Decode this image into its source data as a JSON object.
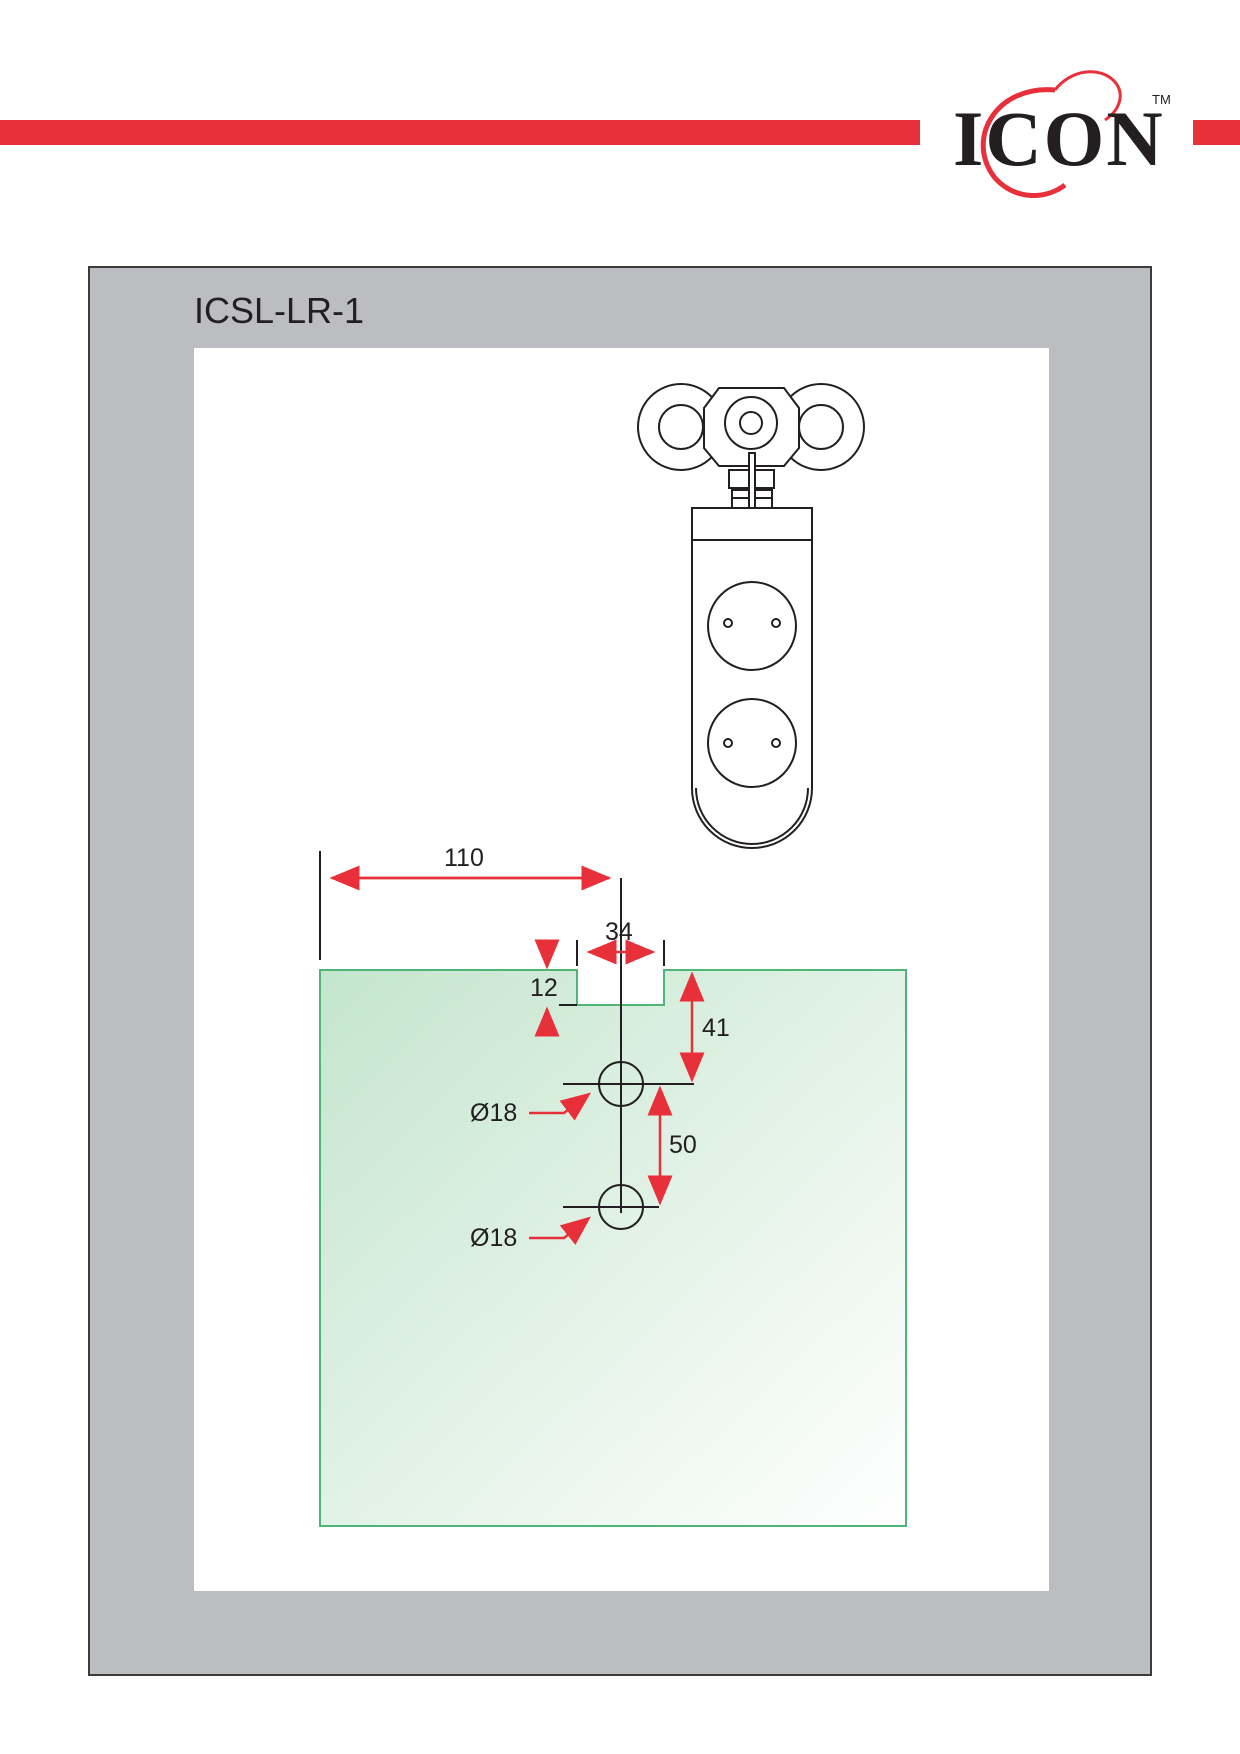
{
  "brand": {
    "logo_text": "ICON",
    "trademark": "TM",
    "accent_color": "#e8303a"
  },
  "drawing": {
    "part_number": "ICSL-LR-1",
    "glass_color": "#c9e8d2",
    "dimensions": {
      "edge_to_center": "110",
      "notch_width": "34",
      "notch_depth": "12",
      "top_to_first_hole": "41",
      "hole_spacing": "50",
      "hole_1_diameter": "Ø18",
      "hole_2_diameter": "Ø18"
    }
  }
}
